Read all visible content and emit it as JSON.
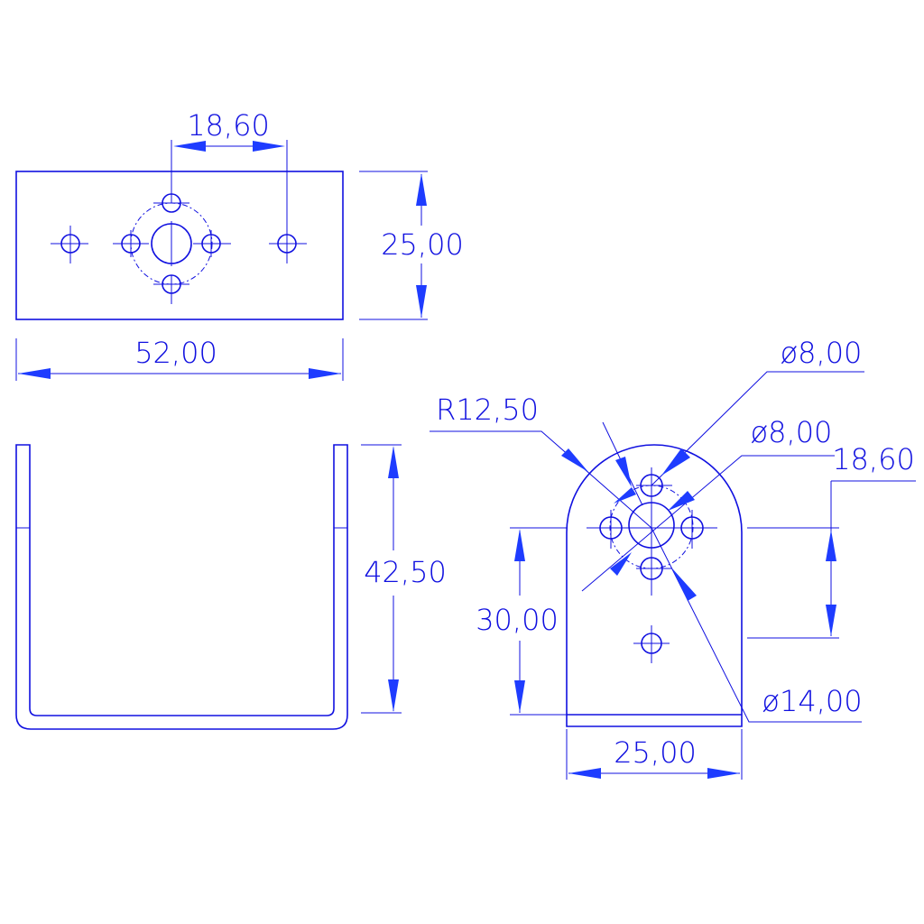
{
  "top_view": {
    "dim_hole_spacing": "18,60",
    "dim_height": "25,00",
    "dim_width": "52,00"
  },
  "front_view": {
    "dim_height": "42,50"
  },
  "side_view": {
    "dim_radius": "R12,50",
    "dim_hole_dia_1": "ø8,00",
    "dim_hole_dia_2": "ø8,00",
    "dim_hole_spacing": "18,60",
    "dim_center_height": "30,00",
    "dim_center_dia": "ø14,00",
    "dim_width": "25,00"
  },
  "colors": {
    "line": "#1010e0",
    "arrow": "#1e3cff"
  }
}
